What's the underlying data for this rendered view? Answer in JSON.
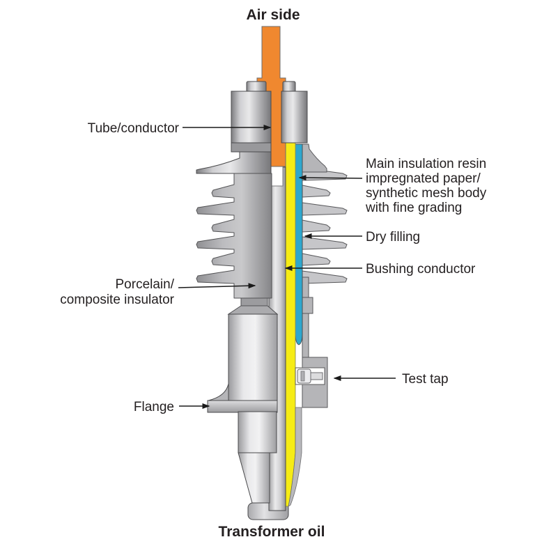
{
  "figure": {
    "air_side_label": "Air side",
    "transformer_oil_label": "Transformer oil"
  },
  "callouts": {
    "tube_conductor": {
      "text": "Tube/conductor"
    },
    "main_insulation": {
      "lines": [
        "Main insulation resin",
        "impregnated paper/",
        "synthetic mesh body",
        "with fine grading"
      ]
    },
    "dry_filling": {
      "text": "Dry filling"
    },
    "bushing_conductor": {
      "text": "Bushing conductor"
    },
    "porcelain_insulator": {
      "lines": [
        "Porcelain/",
        "composite insulator"
      ]
    },
    "test_tap": {
      "text": "Test tap"
    },
    "flange": {
      "text": "Flange"
    }
  },
  "colors": {
    "air_conductor_orange": "#F0882F",
    "main_insulation_yellow": "#F6EC15",
    "dry_filling_cyan": "#2EA7CE",
    "text": "#231F20",
    "outline": "#4A4A4C",
    "background": "#FFFFFF"
  }
}
